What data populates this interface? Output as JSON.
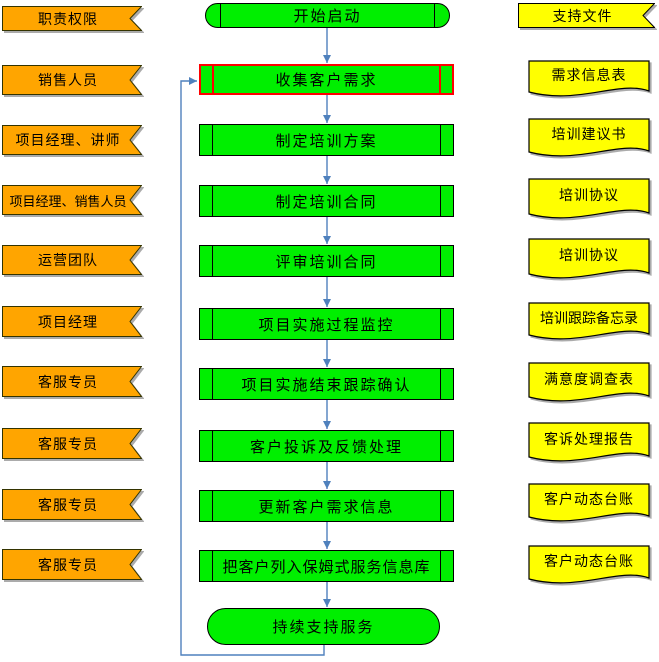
{
  "palette": {
    "role_fill": "#FFA500",
    "process_fill": "#00EF00",
    "doc_fill": "#FFFF00",
    "connector_blue": "#4F81BD",
    "highlight_border": "#FF0000",
    "shape_border": "#000000"
  },
  "roles": {
    "header": "职责权限",
    "items": [
      "销售人员",
      "项目经理、讲师",
      "项目经理、销售人员",
      "运营团队",
      "项目经理",
      "客服专员",
      "客服专员",
      "客服专员",
      "客服专员"
    ]
  },
  "flow": {
    "nodes": [
      {
        "label": "开始启动",
        "type": "terminator"
      },
      {
        "label": "收集客户需求",
        "type": "process",
        "highlighted": true
      },
      {
        "label": "制定培训方案",
        "type": "process"
      },
      {
        "label": "制定培训合同",
        "type": "process"
      },
      {
        "label": "评审培训合同",
        "type": "process"
      },
      {
        "label": "项目实施过程监控",
        "type": "process"
      },
      {
        "label": "项目实施结束跟踪确认",
        "type": "process"
      },
      {
        "label": "客户投诉及反馈处理",
        "type": "process"
      },
      {
        "label": "更新客户需求信息",
        "type": "process"
      },
      {
        "label": "把客户列入保姆式服务信息库",
        "type": "process"
      },
      {
        "label": "持续支持服务",
        "type": "terminator"
      }
    ],
    "loop": "持续支持服务 → 收集客户需求"
  },
  "documents": {
    "header": "支持文件",
    "items": [
      "需求信息表",
      "培训建议书",
      "培训协议",
      "培训协议",
      "培训跟踪备忘录",
      "满意度调查表",
      "客诉处理报告",
      "客户动态台账",
      "客户动态台账"
    ]
  }
}
